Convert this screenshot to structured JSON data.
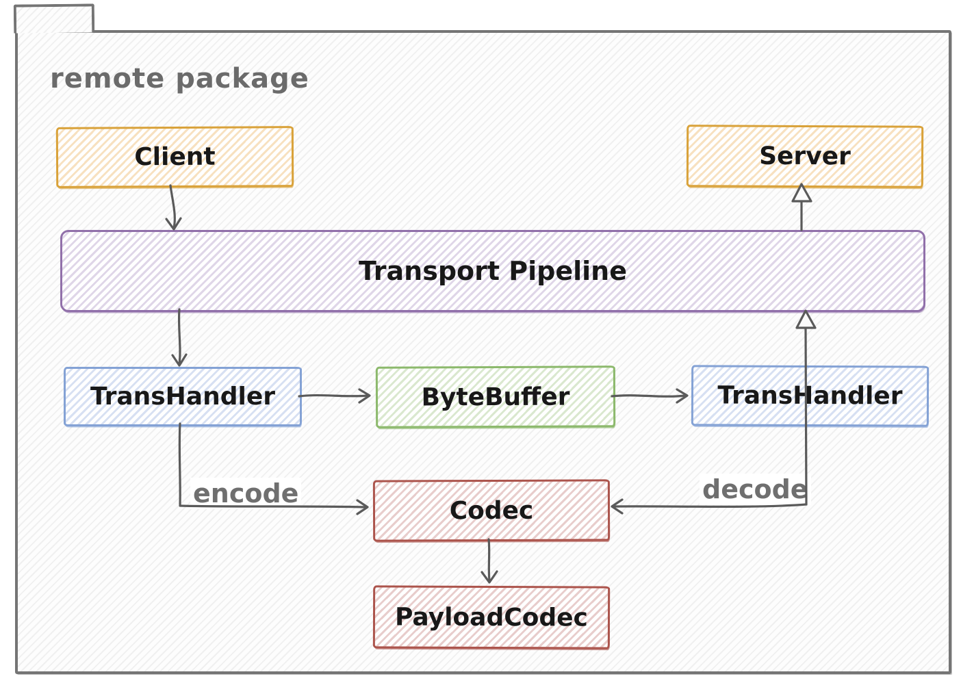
{
  "package_title": "remote package",
  "nodes": {
    "client": "Client",
    "server": "Server",
    "transport_pipeline": "Transport Pipeline",
    "trans_handler_left": "TransHandler",
    "byte_buffer": "ByteBuffer",
    "trans_handler_right": "TransHandler",
    "codec": "Codec",
    "payload_codec": "PayloadCodec"
  },
  "edge_labels": {
    "encode": "encode",
    "decode": "decode"
  },
  "edges": [
    {
      "from": "Client",
      "to": "Transport Pipeline",
      "label": "",
      "head": "vee"
    },
    {
      "from": "Transport Pipeline",
      "to": "TransHandler (left)",
      "label": "",
      "head": "vee"
    },
    {
      "from": "TransHandler (left)",
      "to": "ByteBuffer",
      "label": "",
      "head": "vee"
    },
    {
      "from": "ByteBuffer",
      "to": "TransHandler (right)",
      "label": "",
      "head": "vee"
    },
    {
      "from": "TransHandler (right)",
      "to": "Transport Pipeline",
      "label": "",
      "head": "hollow-triangle"
    },
    {
      "from": "Transport Pipeline",
      "to": "Server",
      "label": "",
      "head": "hollow-triangle"
    },
    {
      "from": "TransHandler (left)",
      "to": "Codec",
      "label": "encode",
      "head": "vee"
    },
    {
      "from": "TransHandler (right)",
      "to": "Codec",
      "label": "decode",
      "head": "vee"
    },
    {
      "from": "Codec",
      "to": "PayloadCodec",
      "label": "",
      "head": "vee"
    }
  ],
  "colors": {
    "package_border": "#757575",
    "title_text": "#6b6b6b",
    "node_text": "#181818",
    "arrow": "#5a5a5a",
    "client_server_border": "#d9a23a",
    "pipeline_border": "#9170aa",
    "trans_handler_border": "#84a2d5",
    "byte_buffer_border": "#8cb96c",
    "codec_border": "#ac544c",
    "edge_label_text": "#6f6f6f"
  }
}
